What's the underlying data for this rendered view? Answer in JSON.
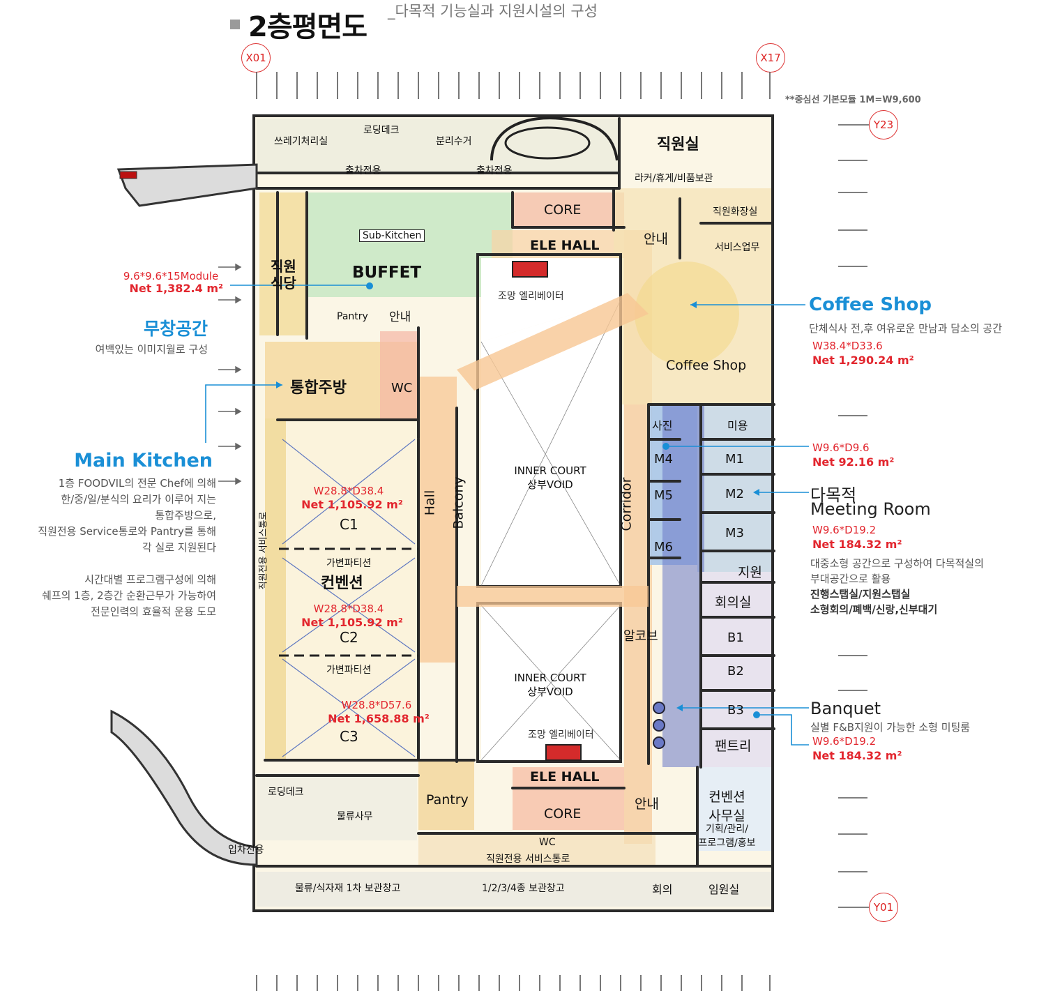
{
  "header": {
    "title": "2층평면도",
    "subtitle": "_다목적 기능실과 지원시설의 구성",
    "grid_note": "**중심선 기본모듈 1M=W9,600"
  },
  "grid_tags": {
    "x01": "X01",
    "x17": "X17",
    "y23": "Y23",
    "y01": "Y01"
  },
  "left_notes": {
    "module_a": "9.6*9.6*15Module",
    "module_a_net": "Net 1,382.4 m²",
    "windowless_title": "무창공간",
    "windowless_desc": "여백있는 이미지월로 구성",
    "main_kitchen_title": "Main Kitchen",
    "main_kitchen_desc": [
      "1층 FOODVIL의 전문 Chef에 의해",
      "한/중/일/분식의 요리가 이루어 지는",
      "통합주방으로,",
      "직원전용 Service통로와 Pantry를 통해",
      "각 실로 지원된다",
      "",
      "시간대별 프로그램구성에 의해",
      "쉐프의 1층, 2층간  순환근무가 가능하여",
      "전문인력의 효율적 운용 도모"
    ]
  },
  "right_notes": {
    "coffee_title": "Coffee Shop",
    "coffee_desc": "단체식사 전,후 여유로운 만남과 담소의 공간",
    "coffee_dim": "W38.4*D33.6",
    "coffee_net": "Net 1,290.24 m²",
    "meeting_dim1": "W9.6*D9.6",
    "meeting_net1": "Net 92.16 m²",
    "meeting_title1": "다목적",
    "meeting_title2": "Meeting Room",
    "meeting_dim2": "W9.6*D19.2",
    "meeting_net2": "Net 184.32 m²",
    "meeting_desc": [
      "대중소형 공간으로 구성하여 다목적실의",
      "부대공간으로 활용"
    ],
    "meeting_bold": [
      "진행스탭실/지원스탭실",
      "소형회의/폐백/신랑,신부대기"
    ],
    "banquet_title": "Banquet",
    "banquet_desc": "실별 F&B지원이 가능한 소형 미팅룸",
    "banquet_dim": "W9.6*D19.2",
    "banquet_net": "Net 184.32 m²"
  },
  "plan": {
    "trash": "쓰레기처리실",
    "loading_top": "로딩데크",
    "separation": "분리수거",
    "truck1": "출차전용",
    "truck2": "출차전용",
    "staff_room": "직원실",
    "locker": "라커/휴게/비품보관",
    "core_top": "CORE",
    "ele_hall_top": "ELE HALL",
    "info_top": "안내",
    "staff_toilet": "직원화장실",
    "service_work": "서비스업무",
    "sub_kitchen": "Sub-Kitchen",
    "buffet": "BUFFET",
    "staff_cafe_1": "직원",
    "staff_cafe_2": "식당",
    "pantry_a": "Pantry",
    "info_a": "안내",
    "scenic_elev_top": "조망 엘리베이터",
    "kitchen": "통합주방",
    "wc_a": "WC",
    "coffee_shop": "Coffee Shop",
    "photo": "사진",
    "beauty": "미용",
    "m4": "M4",
    "m1": "M1",
    "m5": "M5",
    "m2": "M2",
    "m6": "M6",
    "m3": "M3",
    "support": "지원",
    "conference": "회의실",
    "b1": "B1",
    "b2": "B2",
    "b3": "B3",
    "pantry_b": "팬트리",
    "alcove": "알코브",
    "inner_court1": "INNER COURT",
    "void1": "상부VOID",
    "inner_court2": "INNER COURT",
    "void2": "상부VOID",
    "hall": "Hall",
    "balcony": "Balcony",
    "corridor": "Corridor",
    "c1_dim": "W28.8*D38.4",
    "c1_net": "Net 1,105.92 m²",
    "c1": "C1",
    "partition1": "가변파티션",
    "convention": "컨벤션",
    "c2_dim": "W28.8*D38.4",
    "c2_net": "Net 1,105.92 m²",
    "c2": "C2",
    "partition2": "가변파티션",
    "c3_dim": "W28.8*D57.6",
    "c3_net": "Net 1,658.88 m²",
    "c3": "C3",
    "staff_service_v": "직원전용 서비스통로",
    "scenic_elev_bottom": "조망 엘리베이터",
    "ele_hall_bottom": "ELE HALL",
    "core_bottom": "CORE",
    "info_b": "안내",
    "pantry_c": "Pantry",
    "convention_office_1": "컨벤션",
    "convention_office_2": "사무실",
    "convention_office_3": "기획/관리/",
    "convention_office_4": "프로그램/홍보",
    "loading_bottom": "로딩데크",
    "logistics": "물류사무",
    "truck_in": "입차전용",
    "wc_b": "WC",
    "staff_service_h": "직원전용 서비스통로",
    "storage1": "물류/식자재 1차 보관창고",
    "storage2": "1/2/3/4종 보관창고",
    "meeting_small": "회의",
    "exec_room": "임원실"
  },
  "colors": {
    "accent_blue": "#1a8fd6",
    "accent_red": "#e2262e",
    "wall": "#2a2a2a",
    "corridor_orange": "#f2b27a",
    "sketch_yellow": "#f1d98a",
    "kitchen_green": "#c7e8c3",
    "meeting_blue": "#a9c6e8"
  }
}
